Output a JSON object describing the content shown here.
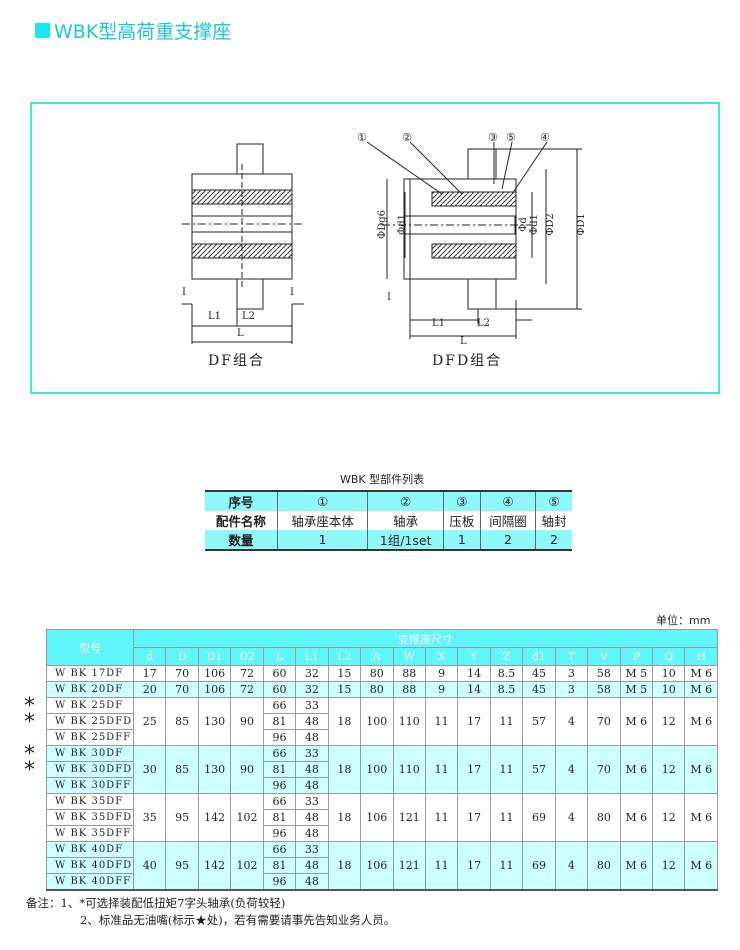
{
  "title": "WBK型高荷重支撑座",
  "drawing": {
    "df_caption": "DF组合",
    "dfd_caption": "DFD组合",
    "callouts": [
      "①",
      "②",
      "③",
      "⑤",
      "④"
    ],
    "dims": {
      "I": "I",
      "L1": "L1",
      "L2": "L2",
      "L": "L",
      "Dg6": "ΦDg6",
      "d1": "Φd1",
      "d": "Φd",
      "D2": "ΦD2",
      "D1": "ΦD1"
    }
  },
  "parts_table": {
    "caption": "WBK  型部件列表",
    "rows": [
      [
        "序号",
        "①",
        "②",
        "③",
        "④",
        "⑤"
      ],
      [
        "配件名称",
        "轴承座本体",
        "轴承",
        "压板",
        "间隔圈",
        "轴封"
      ],
      [
        "数量",
        "1",
        "1组/1set",
        "1",
        "2",
        "2"
      ]
    ]
  },
  "unit": "单位：mm",
  "main_table": {
    "model_header": "型号",
    "group_header": "支撑座尺寸",
    "columns": [
      "d",
      "D",
      "D1",
      "D2",
      "L",
      "L1",
      "L2",
      "A",
      "W",
      "X",
      "Y",
      "Z",
      "d1",
      "T",
      "V",
      "P",
      "Q",
      "H"
    ],
    "groups": [
      {
        "models": [
          "W BK 17DF"
        ],
        "LL1": [
          [
            "60",
            "32"
          ]
        ],
        "common": [
          "17",
          "70",
          "106",
          "72"
        ],
        "rest": [
          "15",
          "80",
          "88",
          "9",
          "14",
          "8.5",
          "45",
          "3",
          "58",
          "M 5",
          "10",
          "M 6"
        ],
        "shade": false
      },
      {
        "models": [
          "W BK 20DF"
        ],
        "LL1": [
          [
            "60",
            "32"
          ]
        ],
        "common": [
          "20",
          "70",
          "106",
          "72"
        ],
        "rest": [
          "15",
          "80",
          "88",
          "9",
          "14",
          "8.5",
          "45",
          "3",
          "58",
          "M 5",
          "10",
          "M 6"
        ],
        "shade": true
      },
      {
        "models": [
          "W BK 25DF",
          "W BK 25DFD",
          "W BK 25DFF"
        ],
        "LL1": [
          [
            "66",
            "33"
          ],
          [
            "81",
            "48"
          ],
          [
            "96",
            "48"
          ]
        ],
        "common": [
          "25",
          "85",
          "130",
          "90"
        ],
        "rest": [
          "18",
          "100",
          "110",
          "11",
          "17",
          "11",
          "57",
          "4",
          "70",
          "M 6",
          "12",
          "M 6"
        ],
        "shade": false,
        "mark": "*"
      },
      {
        "models": [
          "W BK 30DF",
          "W BK 30DFD",
          "W BK 30DFF"
        ],
        "LL1": [
          [
            "66",
            "33"
          ],
          [
            "81",
            "48"
          ],
          [
            "96",
            "48"
          ]
        ],
        "common": [
          "30",
          "85",
          "130",
          "90"
        ],
        "rest": [
          "18",
          "100",
          "110",
          "11",
          "17",
          "11",
          "57",
          "4",
          "70",
          "M 6",
          "12",
          "M 6"
        ],
        "shade": true,
        "mark": "*"
      },
      {
        "models": [
          "W BK 35DF",
          "W BK 35DFD",
          "W BK 35DFF"
        ],
        "LL1": [
          [
            "66",
            "33"
          ],
          [
            "81",
            "48"
          ],
          [
            "96",
            "48"
          ]
        ],
        "common": [
          "35",
          "95",
          "142",
          "102"
        ],
        "rest": [
          "18",
          "106",
          "121",
          "11",
          "17",
          "11",
          "69",
          "4",
          "80",
          "M 6",
          "12",
          "M 6"
        ],
        "shade": false
      },
      {
        "models": [
          "W BK 40DF",
          "W BK 40DFD",
          "W BK 40DFF"
        ],
        "LL1": [
          [
            "66",
            "33"
          ],
          [
            "81",
            "48"
          ],
          [
            "96",
            "48"
          ]
        ],
        "common": [
          "40",
          "95",
          "142",
          "102"
        ],
        "rest": [
          "18",
          "106",
          "121",
          "11",
          "17",
          "11",
          "69",
          "4",
          "80",
          "M 6",
          "12",
          "M 6"
        ],
        "shade": true
      }
    ]
  },
  "notes": {
    "line1": "备注：1、*可选择装配低扭矩7字头轴承(负荷较轻)",
    "line2": "2、标准品无油嘴(标示★处)，若有需要请事先告知业务人员。"
  },
  "asterisk": "*"
}
